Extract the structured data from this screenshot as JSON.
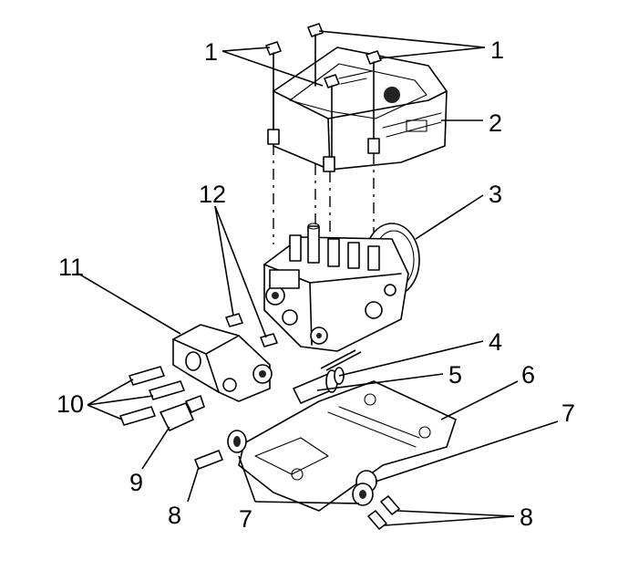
{
  "labels": {
    "l1a": "1",
    "l1b": "1",
    "l2": "2",
    "l3": "3",
    "l4": "4",
    "l5": "5",
    "l6": "6",
    "l7a": "7",
    "l7b": "7",
    "l8a": "8",
    "l8b": "8",
    "l9": "9",
    "l10": "10",
    "l11": "11",
    "l12": "12"
  }
}
